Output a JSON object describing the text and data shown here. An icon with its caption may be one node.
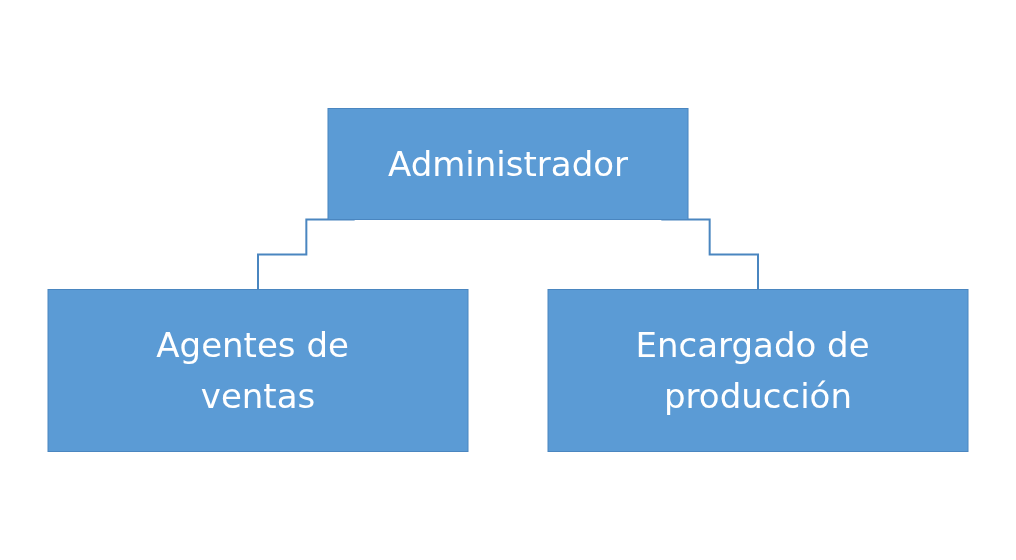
{
  "diagram": {
    "nodes": [
      {
        "text": [
          "Administrador"
        ]
      },
      {
        "text": [
          "Agentes de ventas"
        ]
      },
      {
        "text": [
          "Encargado de producción"
        ]
      }
    ],
    "edges": [
      {
        "from": 0,
        "to": 1,
        "arrow": "none"
      },
      {
        "from": 0,
        "to": 2,
        "arrow": "none"
      }
    ]
  }
}
